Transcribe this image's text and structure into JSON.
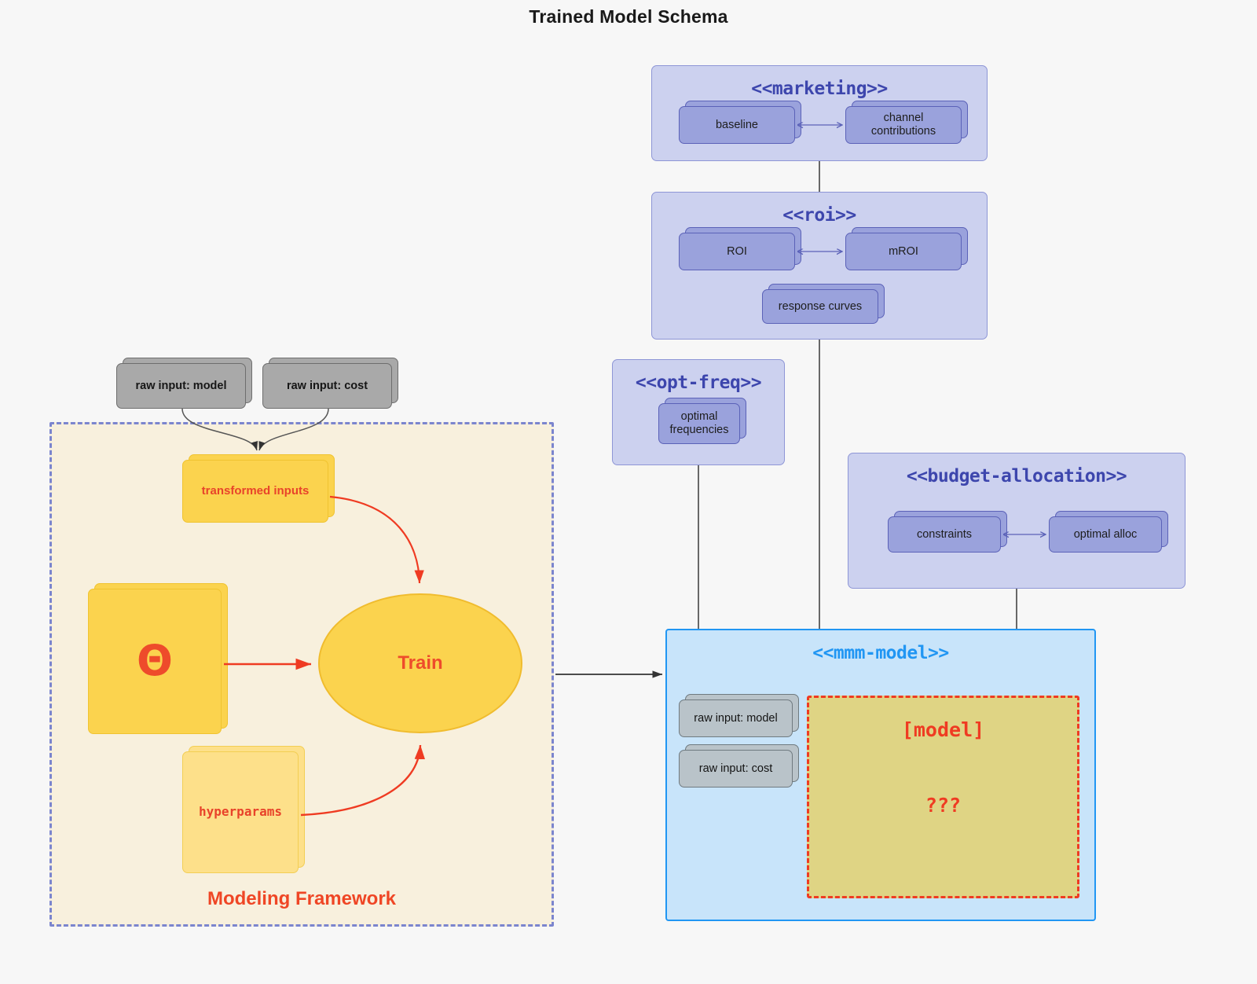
{
  "page": {
    "title": "Trained Model Schema",
    "background": "#f7f7f7"
  },
  "colors": {
    "package_fill": "#ccd1ef",
    "package_border": "#8e96d6",
    "package_title": "#3d46ad",
    "node_fill": "#9aa2dc",
    "node_border": "#5b62b8",
    "mmm_fill": "#c8e4fa",
    "mmm_border": "#2196f3",
    "framework_fill": "#f8f0dd",
    "framework_border": "#7b85ce",
    "accent_red": "#ef4625",
    "yellow_fill": "#fbd34e",
    "pale_yellow_fill": "#fde08a",
    "grey_fill": "#a9a9a9",
    "model_fill": "#dfd484",
    "model_border": "#ef3b22"
  },
  "packages": {
    "marketing": {
      "title": "<<marketing>>",
      "nodes": [
        {
          "label": "baseline"
        },
        {
          "label": "channel contributions"
        }
      ]
    },
    "roi": {
      "title": "<<roi>>",
      "nodes": [
        {
          "label": "ROI"
        },
        {
          "label": "mROI"
        },
        {
          "label": "response curves"
        }
      ]
    },
    "opt_freq": {
      "title": "<<opt-freq>>",
      "nodes": [
        {
          "label": "optimal\nfrequencies"
        }
      ]
    },
    "budget_allocation": {
      "title": "<<budget-allocation>>",
      "nodes": [
        {
          "label": "constraints"
        },
        {
          "label": "optimal alloc"
        }
      ]
    },
    "mmm_model": {
      "title": "<<mmm-model>>",
      "nodes": [
        {
          "label": "raw input: model"
        },
        {
          "label": "raw input: cost"
        }
      ],
      "model_placeholder": {
        "line1": "[model]",
        "line2": "???"
      }
    }
  },
  "framework": {
    "label": "Modeling Framework",
    "raw_inputs": [
      {
        "label": "raw input: model"
      },
      {
        "label": "raw input: cost"
      }
    ],
    "transformed_inputs": {
      "label": "transformed inputs"
    },
    "theta": {
      "label": "Θ"
    },
    "hyperparams": {
      "label": "hyperparams"
    },
    "train": {
      "label": "Train"
    }
  }
}
